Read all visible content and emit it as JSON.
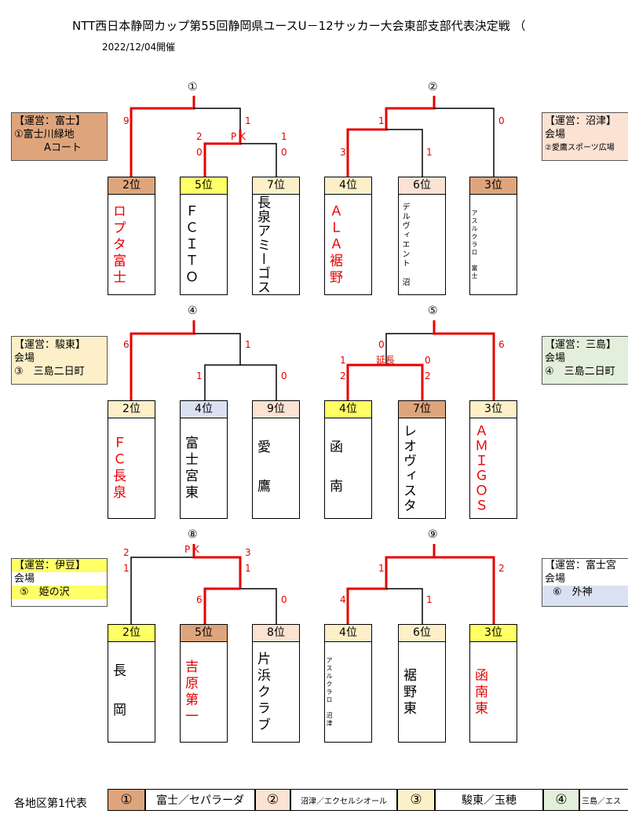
{
  "header": {
    "title": "NTT西日本静岡カップ第55回静岡県ユースU－12サッカー大会東部支部代表決定戦 （",
    "date": "2022/12/04開催"
  },
  "colors": {
    "winner_line": "#e60000",
    "normal_line": "#000000",
    "rank_orange": "#dea57c",
    "rank_yellow": "#ffff66",
    "rank_cream": "#fdf0c8",
    "rank_peach": "#fbe2d3",
    "rank_blue": "#d9e1f2",
    "rank_green": "#e2efda"
  },
  "venues": [
    {
      "lines": [
        "【運営：富士】",
        "①富士川緑地",
        "Aコート"
      ]
    },
    {
      "lines": [
        "【運営：沼津】",
        "会場",
        "②愛鷹スポーツ広場"
      ]
    },
    {
      "lines": [
        "【運営：駿東】",
        "会場",
        "③　三島二日町"
      ]
    },
    {
      "lines": [
        "【運営：三島】",
        "会場",
        "④　三島二日町"
      ]
    },
    {
      "lines": [
        "【運営：伊豆】",
        "会場",
        "⑤　姫の沢"
      ]
    },
    {
      "lines": [
        "【運営：富士宮",
        "会場",
        "⑥　外神"
      ]
    }
  ],
  "matches": [
    {
      "id": "①",
      "left_score": "9",
      "right_score": "1",
      "sub_left_top": "2",
      "sub_left_bottom": "0",
      "sub_mid": "P K",
      "sub_right_top": "1",
      "sub_right_bottom": "0",
      "teams": [
        {
          "rank": "2位",
          "name": "ロプタ富士",
          "winner": true
        },
        {
          "rank": "5位",
          "name": "ＦＣＩＴＯ",
          "winner": false
        },
        {
          "rank": "7位",
          "name": "長泉アミーゴス",
          "winner": false
        }
      ]
    },
    {
      "id": "②",
      "left_score": "1",
      "right_score": "0",
      "sub_left": "3",
      "sub_right": "1",
      "teams": [
        {
          "rank": "4位",
          "name": "ＡＬＡ裾野",
          "winner": true
        },
        {
          "rank": "6位",
          "name": "デルヴィエント　沼",
          "winner": false
        },
        {
          "rank": "3位",
          "name": "アスルクラロ　富士",
          "winner": false
        }
      ]
    },
    {
      "id": "④",
      "left_score": "6",
      "right_score": "1",
      "sub_left": "1",
      "sub_right": "0",
      "teams": [
        {
          "rank": "2位",
          "name": "ＦＣ長泉",
          "winner": true
        },
        {
          "rank": "4位",
          "name": "富士宮東",
          "winner": false
        },
        {
          "rank": "9位",
          "name": "愛　鷹",
          "winner": false
        }
      ]
    },
    {
      "id": "⑤",
      "left_score": "0",
      "right_score": "6",
      "sub_left_top": "1",
      "sub_left_bottom": "2",
      "sub_mid": "延長",
      "sub_right_top": "0",
      "sub_right_bottom": "2",
      "teams": [
        {
          "rank": "4位",
          "name": "函　南",
          "winner": false
        },
        {
          "rank": "7位",
          "name": "レオヴィスタ",
          "winner": false
        },
        {
          "rank": "3位",
          "name": "ＡＭＩＧＯＳ",
          "winner": true
        }
      ]
    },
    {
      "id": "⑧",
      "left_score_top": "2",
      "left_score_bottom": "1",
      "mid": "P K",
      "right_score_top": "3",
      "right_score_bottom": "1",
      "sub_left": "6",
      "sub_right": "0",
      "teams": [
        {
          "rank": "2位",
          "name": "長　岡",
          "winner": false
        },
        {
          "rank": "5位",
          "name": "吉原第一",
          "winner": true
        },
        {
          "rank": "8位",
          "name": "片浜クラブ",
          "winner": false
        }
      ]
    },
    {
      "id": "⑨",
      "left_score": "1",
      "right_score": "2",
      "sub_left": "4",
      "sub_right": "1",
      "teams": [
        {
          "rank": "4位",
          "name": "アスルクラロ　沼津",
          "winner": false
        },
        {
          "rank": "6位",
          "name": "裾野東",
          "winner": false
        },
        {
          "rank": "3位",
          "name": "函南東",
          "winner": true
        }
      ]
    }
  ],
  "footer": {
    "label": "各地区第1代表",
    "entries": [
      {
        "num": "①",
        "name": "富士／セパラーダ"
      },
      {
        "num": "②",
        "name": "沼津／エクセルシオール"
      },
      {
        "num": "③",
        "name": "駿東／玉穂"
      },
      {
        "num": "④",
        "name": "三島／エス"
      }
    ]
  }
}
